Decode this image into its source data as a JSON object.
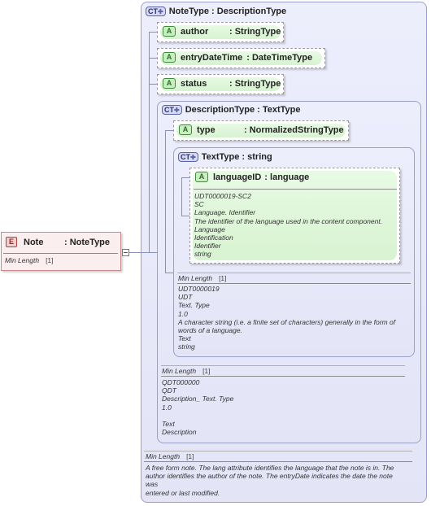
{
  "root_type": {
    "badge": "CT",
    "title": "NoteType : DescriptionType",
    "annotation": {
      "label": "Min Length",
      "cardinality": "[1]",
      "lines": [
        "A free form note. The lang attribute identifies the language that the note is in. The",
        "author identifies the author of the note. The entryDate indicates the date the note",
        "was",
        "entered or last modified."
      ]
    }
  },
  "attributes": [
    {
      "badge": "A",
      "name": "author",
      "type": ": StringType"
    },
    {
      "badge": "A",
      "name": "entryDateTime",
      "type": ": DateTimeType"
    },
    {
      "badge": "A",
      "name": "status",
      "type": ": StringType"
    }
  ],
  "description_type": {
    "badge": "CT",
    "title": "DescriptionType : TextType",
    "attribute": {
      "badge": "A",
      "name": "type",
      "type": ": NormalizedStringType"
    },
    "annotation": {
      "label": "Min Length",
      "cardinality": "[1]",
      "lines": [
        "QDT000000",
        "QDT",
        "Description_ Text. Type",
        "1.0",
        "",
        "Text",
        "Description"
      ]
    }
  },
  "text_type": {
    "badge": "CT",
    "title": "TextType : string",
    "attribute": {
      "badge": "A",
      "name": "languageID",
      "type": ": language",
      "lines": [
        "UDT0000019-SC2",
        "SC",
        "Language. Identifier",
        "The identifier of the language used in the content component.",
        "Language",
        "Identification",
        "Identifier",
        "string"
      ]
    },
    "annotation": {
      "label": "Min Length",
      "cardinality": "[1]",
      "lines": [
        "UDT0000019",
        "UDT",
        "Text. Type",
        "1.0",
        "A character string (i.e. a finite set of characters) generally in the form of",
        "words of a language.",
        "Text",
        "string"
      ]
    }
  },
  "element": {
    "badge": "E",
    "name": "Note",
    "type": ": NoteType",
    "label": "Min Length",
    "cardinality": "[1]"
  }
}
